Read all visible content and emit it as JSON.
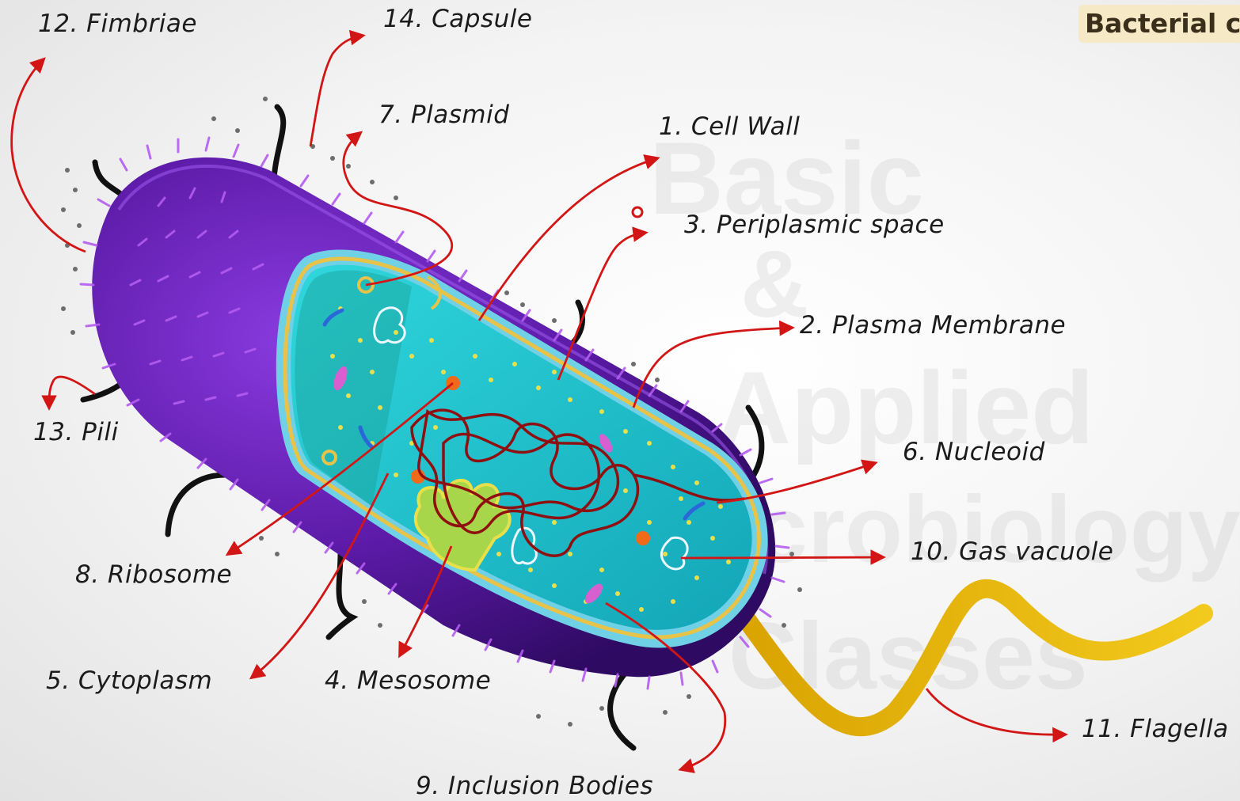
{
  "title": "Bacterial c",
  "watermark": {
    "lines": [
      "Basic",
      "&",
      "Applied",
      "Microbiology",
      "Classes"
    ]
  },
  "labels": {
    "l1": "1. Cell Wall",
    "l2": "2. Plasma Membrane",
    "l3": "3. Periplasmic space",
    "l4": "4. Mesosome",
    "l5": "5. Cytoplasm",
    "l6": "6. Nucleoid",
    "l7": "7. Plasmid",
    "l8": "8. Ribosome",
    "l9": "9. Inclusion Bodies",
    "l10": "10. Gas vacuole",
    "l11": "11. Flagella",
    "l12": "12. Fimbriae",
    "l13": "13. Pili",
    "l14": "14. Capsule"
  },
  "colors": {
    "arrow": "#d21616",
    "capsule": "#5b1aa6",
    "cytoplasm": "#22c6cf",
    "membrane": "#e8c34a",
    "flagellum": "#e7b90d",
    "dna": "#8f1010"
  }
}
